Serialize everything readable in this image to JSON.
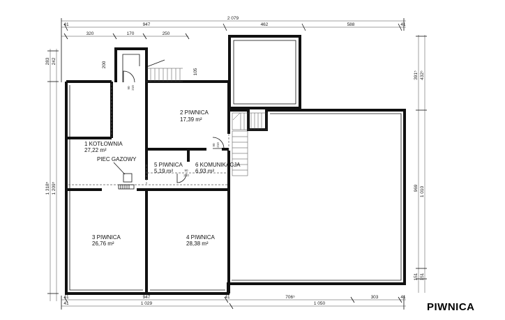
{
  "sheet_title": "PIWNICA",
  "dimensions": {
    "top_total": "2 079",
    "top_left": "947",
    "top_mid": "462",
    "top_right": "588",
    "top2_a": "320",
    "top2_b": "170",
    "top2_c": "250",
    "bottom_a": "947",
    "bottom_b": "706⁵",
    "bottom_c": "303",
    "bottom_total_left": "1 029",
    "bottom_total_right": "1 050",
    "left_top_a": "283",
    "left_top_b": "242",
    "left_total_a": "1 318⁵",
    "left_total_b": "1 209⁵",
    "right_top_a": "391⁵",
    "right_top_b": "432⁵",
    "right_mid_a": "969",
    "right_mid_b": "1 010",
    "right_bot_a": "151",
    "right_bot_b": "151",
    "stair_a": "200",
    "stair_b": "105",
    "wall_a": "41",
    "wall_b": "41",
    "wall_c": "41",
    "wall_d": "41",
    "wall_e": "41",
    "wall_f": "41"
  },
  "rooms": [
    {
      "name": "2 PIWNICA",
      "area": "17,39 m²"
    },
    {
      "name": "1 KOTŁOWNIA",
      "area": "27,22 m²"
    },
    {
      "name": "5 PIWNICA",
      "area": "5,19 m²"
    },
    {
      "name": "6 KOMUNIKACJA",
      "area": "6,93 m²"
    },
    {
      "name": "3 PIWNICA",
      "area": "26,76 m²"
    },
    {
      "name": "4 PIWNICA",
      "area": "28,38 m²"
    }
  ],
  "equipment_label": "PIEC GAZOWY",
  "doors": [
    {
      "w": "90",
      "h": "210"
    },
    {
      "w": "90",
      "h": "210"
    },
    {
      "w": "90",
      "h": "210"
    }
  ]
}
